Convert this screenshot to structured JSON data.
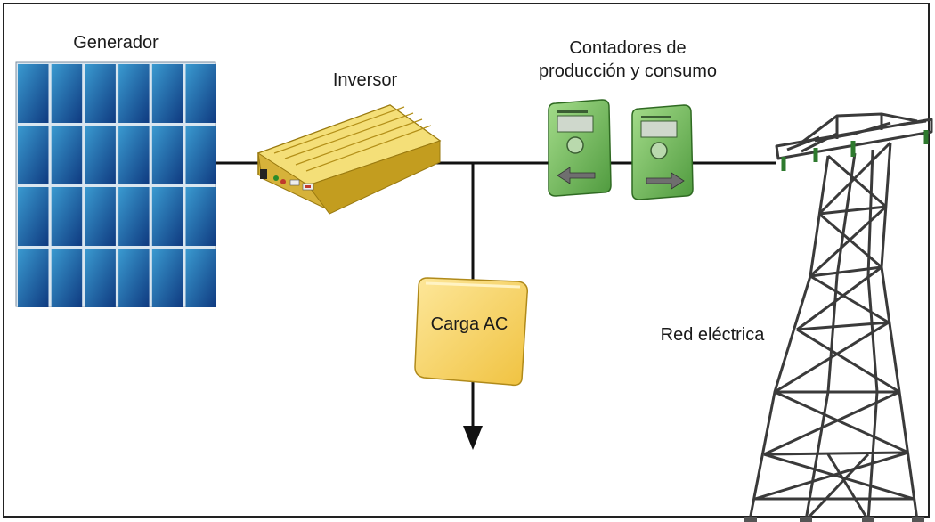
{
  "labels": {
    "generator": "Generador",
    "inverter": "Inversor",
    "meters_line1": "Contadores de",
    "meters_line2": "producción y consumo",
    "load": "Carga AC",
    "grid": "Red eléctrica"
  },
  "colors": {
    "panel_dark": "#123f86",
    "panel_light": "#2f8bc2",
    "inverter": "#e3c23a",
    "meter": "#7fc466",
    "load": "#f7d56b",
    "tower": "#3c3c3c",
    "line": "#111111"
  },
  "icons": [
    "solar-panel-icon",
    "inverter-icon",
    "meter-icon",
    "load-box-icon",
    "transmission-tower-icon"
  ]
}
